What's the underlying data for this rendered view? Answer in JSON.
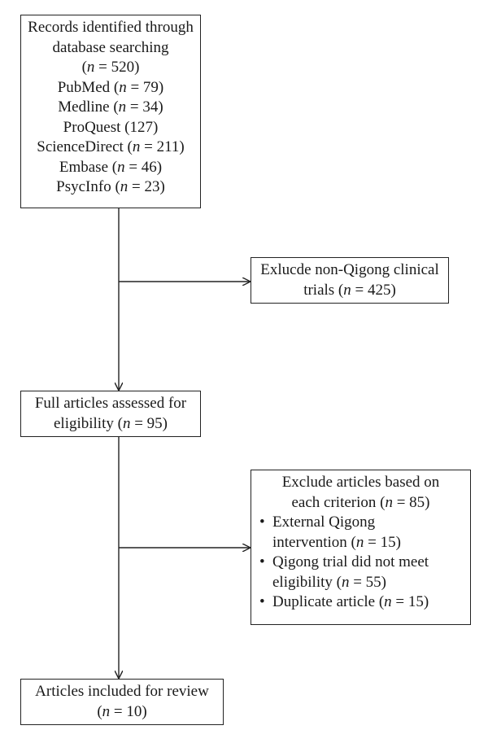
{
  "records": {
    "lines": [
      "Records identified through",
      "database searching",
      "(n = 520)",
      "PubMed (n = 79)",
      "Medline (n = 34)",
      "ProQuest (127)",
      "ScienceDirect (n = 211)",
      "Embase (n = 46)",
      "PsycInfo (n = 23)"
    ]
  },
  "exclude_nonqigong": {
    "lines": [
      "Exlucde non-Qigong clinical",
      "trials (n = 425)"
    ]
  },
  "full_articles": {
    "lines": [
      "Full articles assessed for",
      "eligibility (n = 95)"
    ]
  },
  "exclude_criteria": {
    "header": [
      "Exclude articles based on",
      "each criterion (n = 85)"
    ],
    "items": [
      {
        "line1": "External Qigong",
        "line2": "intervention (n = 15)"
      },
      {
        "line1": "Qigong trial did not meet",
        "line2": "eligibility (n = 55)"
      },
      {
        "line1": "Duplicate article (n = 15)",
        "line2": ""
      }
    ]
  },
  "included": {
    "lines": [
      "Articles included for review",
      "(n = 10)"
    ]
  },
  "colors": {
    "stroke": "#222222",
    "text": "#1a1a1a"
  }
}
